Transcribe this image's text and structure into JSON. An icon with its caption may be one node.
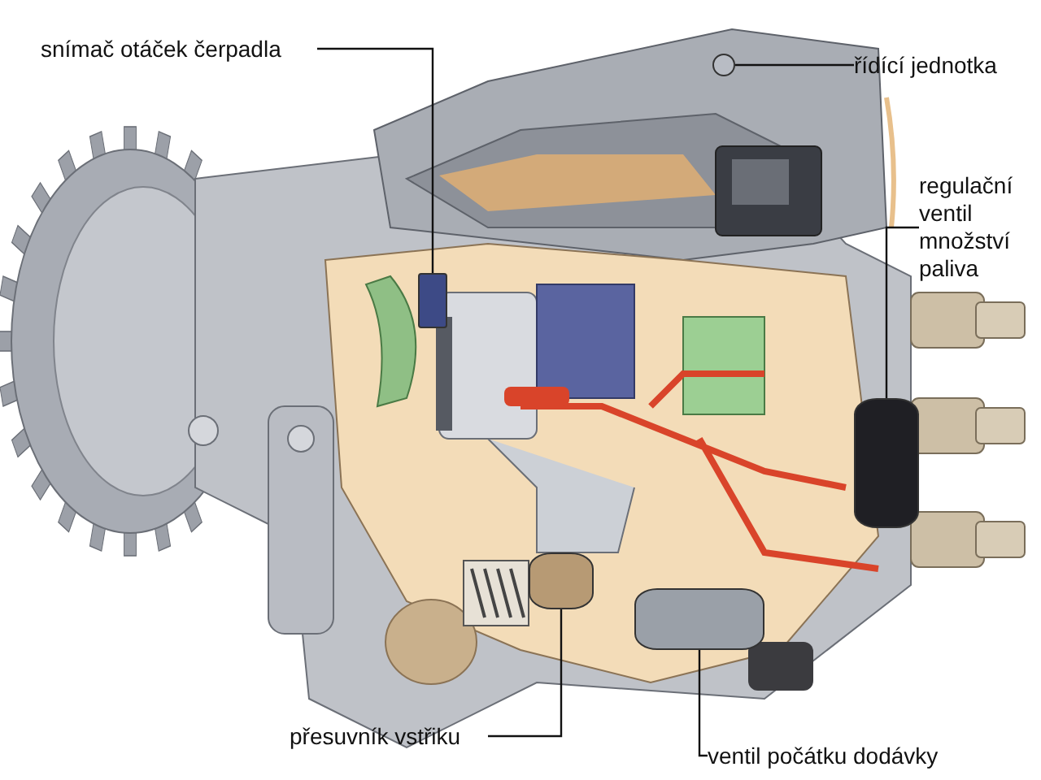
{
  "diagram": {
    "nodes": [
      {
        "text": [
          "snímač otáček čerpadla"
        ]
      },
      {
        "text": [
          "řídící jednotka"
        ]
      },
      {
        "text": [
          "regulační ventil množství paliva"
        ]
      },
      {
        "text": [
          "přesuvník vstřiku"
        ]
      },
      {
        "text": [
          "ventil počátku dodávky"
        ]
      },
      {
        "text": [],
        "shape": "box"
      },
      {
        "text": [],
        "shape": "circle"
      },
      {
        "text": [],
        "shape": "cylinder"
      },
      {
        "text": [],
        "shape": "cylinder"
      },
      {
        "text": [],
        "shape": "cylinder"
      }
    ],
    "edges": [
      {
        "from": 0,
        "to": 5,
        "arrow": "none"
      },
      {
        "from": 1,
        "to": 6,
        "arrow": "none"
      },
      {
        "from": 2,
        "to": 7,
        "arrow": "none"
      },
      {
        "from": 3,
        "to": 8,
        "arrow": "none"
      },
      {
        "from": 4,
        "to": 9,
        "arrow": "none"
      }
    ]
  }
}
